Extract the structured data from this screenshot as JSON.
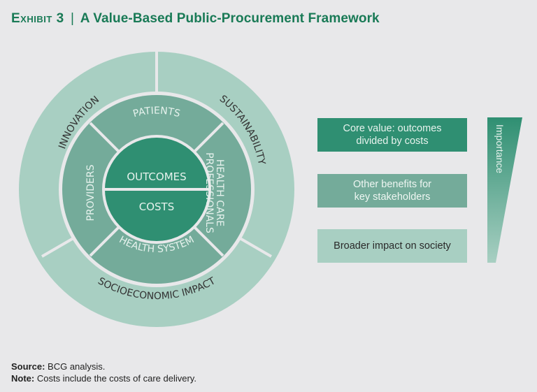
{
  "header": {
    "exhibit_label": "Exhibit 3",
    "separator": "|",
    "title": "A Value-Based Public-Procurement Framework"
  },
  "wheel": {
    "core": {
      "top": "OUTCOMES",
      "bottom": "COSTS"
    },
    "stakeholders": [
      "PATIENTS",
      "HEALTH CARE",
      "PROFESSIONALS",
      "HEALTH SYSTEM",
      "PROVIDERS"
    ],
    "society": [
      "INNOVATION",
      "SUSTAINABILITY",
      "SOCIOECONOMIC IMPACT"
    ]
  },
  "legend": {
    "items": [
      {
        "line1": "Core value: outcomes",
        "line2": "divided by costs"
      },
      {
        "line1": "Other benefits for",
        "line2": "key stakeholders"
      },
      {
        "line1": "Broader impact on society",
        "line2": ""
      }
    ],
    "scale_label": "Importance"
  },
  "colors": {
    "background": "#e8e8ea",
    "accent": "#197a56",
    "core": "#2f8f72",
    "stakeholders": "#74ab9a",
    "society": "#a8cfc2"
  },
  "footer": {
    "source_label": "Source:",
    "source_text": "BCG analysis.",
    "note_label": "Note:",
    "note_text": "Costs include the costs of care delivery."
  }
}
